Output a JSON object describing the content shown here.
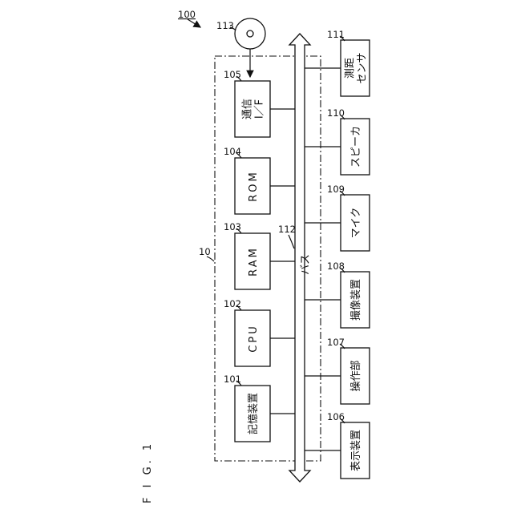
{
  "figure": {
    "caption": "F I G. 1",
    "system_ref": "100"
  },
  "controller": {
    "ref": "10",
    "blocks": [
      {
        "ref": "101",
        "label": "記憶装置"
      },
      {
        "ref": "102",
        "label": "CPU"
      },
      {
        "ref": "103",
        "label": "RAM"
      },
      {
        "ref": "104",
        "label": "ROM"
      },
      {
        "ref": "105",
        "label": "通信\nI／F"
      }
    ]
  },
  "bus": {
    "ref": "112",
    "label": "バス"
  },
  "disc": {
    "ref": "113"
  },
  "peripherals": [
    {
      "ref": "106",
      "label": "表示装置"
    },
    {
      "ref": "107",
      "label": "操作部"
    },
    {
      "ref": "108",
      "label": "撮像装置"
    },
    {
      "ref": "109",
      "label": "マイク"
    },
    {
      "ref": "110",
      "label": "スピーカ"
    },
    {
      "ref": "111",
      "label": "測距\nセンサ"
    }
  ]
}
